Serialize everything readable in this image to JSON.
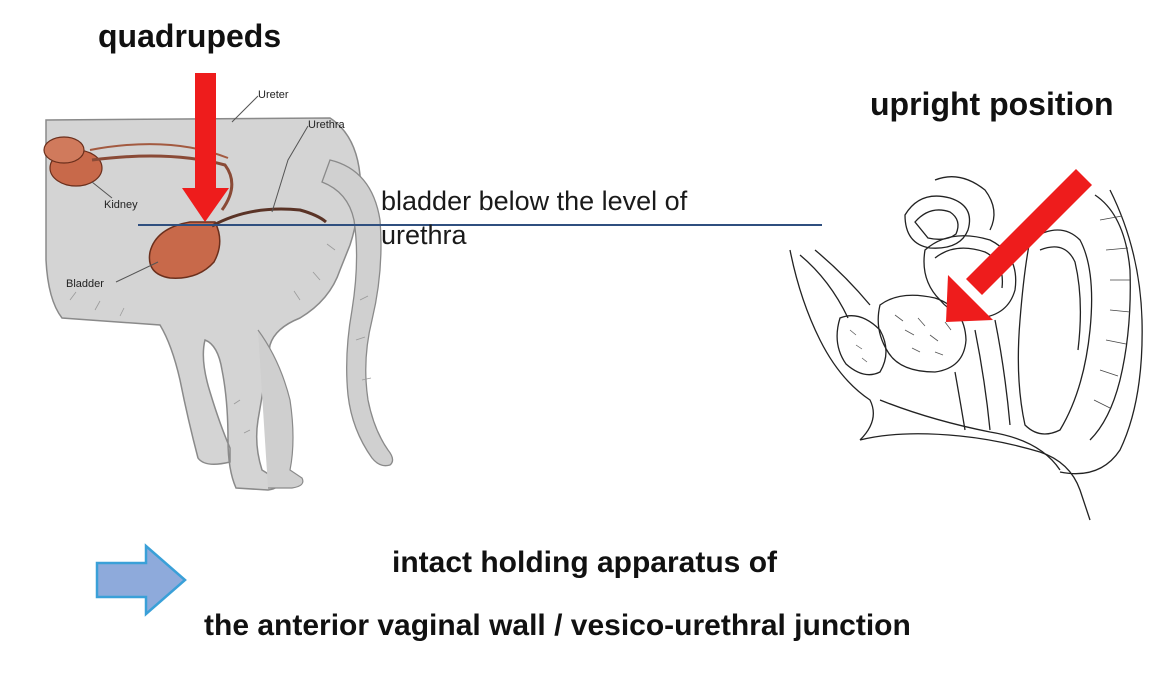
{
  "headings": {
    "quadrupeds": "quadrupeds",
    "upright": "upright position"
  },
  "level_note": {
    "line1": "bladder below the level of",
    "line2": "urethra"
  },
  "cat_labels": {
    "ureter": "Ureter",
    "urethra": "Urethra",
    "kidney": "Kidney",
    "bladder": "Bladder"
  },
  "conclusion": {
    "line1": "intact holding apparatus of",
    "line2": "the anterior vaginal wall / vesico-urethral junction"
  },
  "colors": {
    "arrow_red": "#ee1c1c",
    "level_line": "#2f4f7f",
    "blue_arrow_fill": "#8eaadb",
    "blue_arrow_stroke": "#3aa0d8",
    "organ": "#c8694a",
    "cat_fur": "#d4d4d4"
  }
}
